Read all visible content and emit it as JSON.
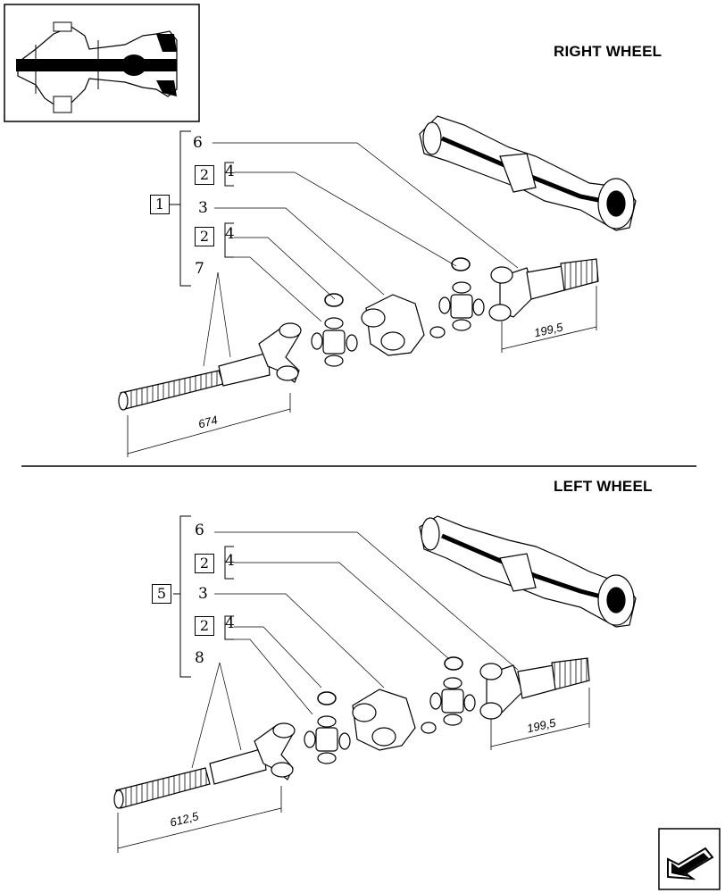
{
  "right_section": {
    "title": "RIGHT WHEEL",
    "group_ref": "1",
    "items": [
      {
        "ref": "6",
        "boxed": false
      },
      {
        "ref": "2",
        "boxed": true,
        "sub": "4"
      },
      {
        "ref": "3",
        "boxed": false
      },
      {
        "ref": "2",
        "boxed": true,
        "sub": "4"
      },
      {
        "ref": "7",
        "boxed": false
      }
    ],
    "dim_left": "674",
    "dim_right": "199,5"
  },
  "left_section": {
    "title": "LEFT WHEEL",
    "group_ref": "5",
    "items": [
      {
        "ref": "6",
        "boxed": false
      },
      {
        "ref": "2",
        "boxed": true,
        "sub": "4"
      },
      {
        "ref": "3",
        "boxed": false
      },
      {
        "ref": "2",
        "boxed": true,
        "sub": "4"
      },
      {
        "ref": "8",
        "boxed": false
      }
    ],
    "dim_left": "612,5",
    "dim_right": "199,5"
  },
  "nav": {
    "icon": "next-page-arrow-icon"
  }
}
